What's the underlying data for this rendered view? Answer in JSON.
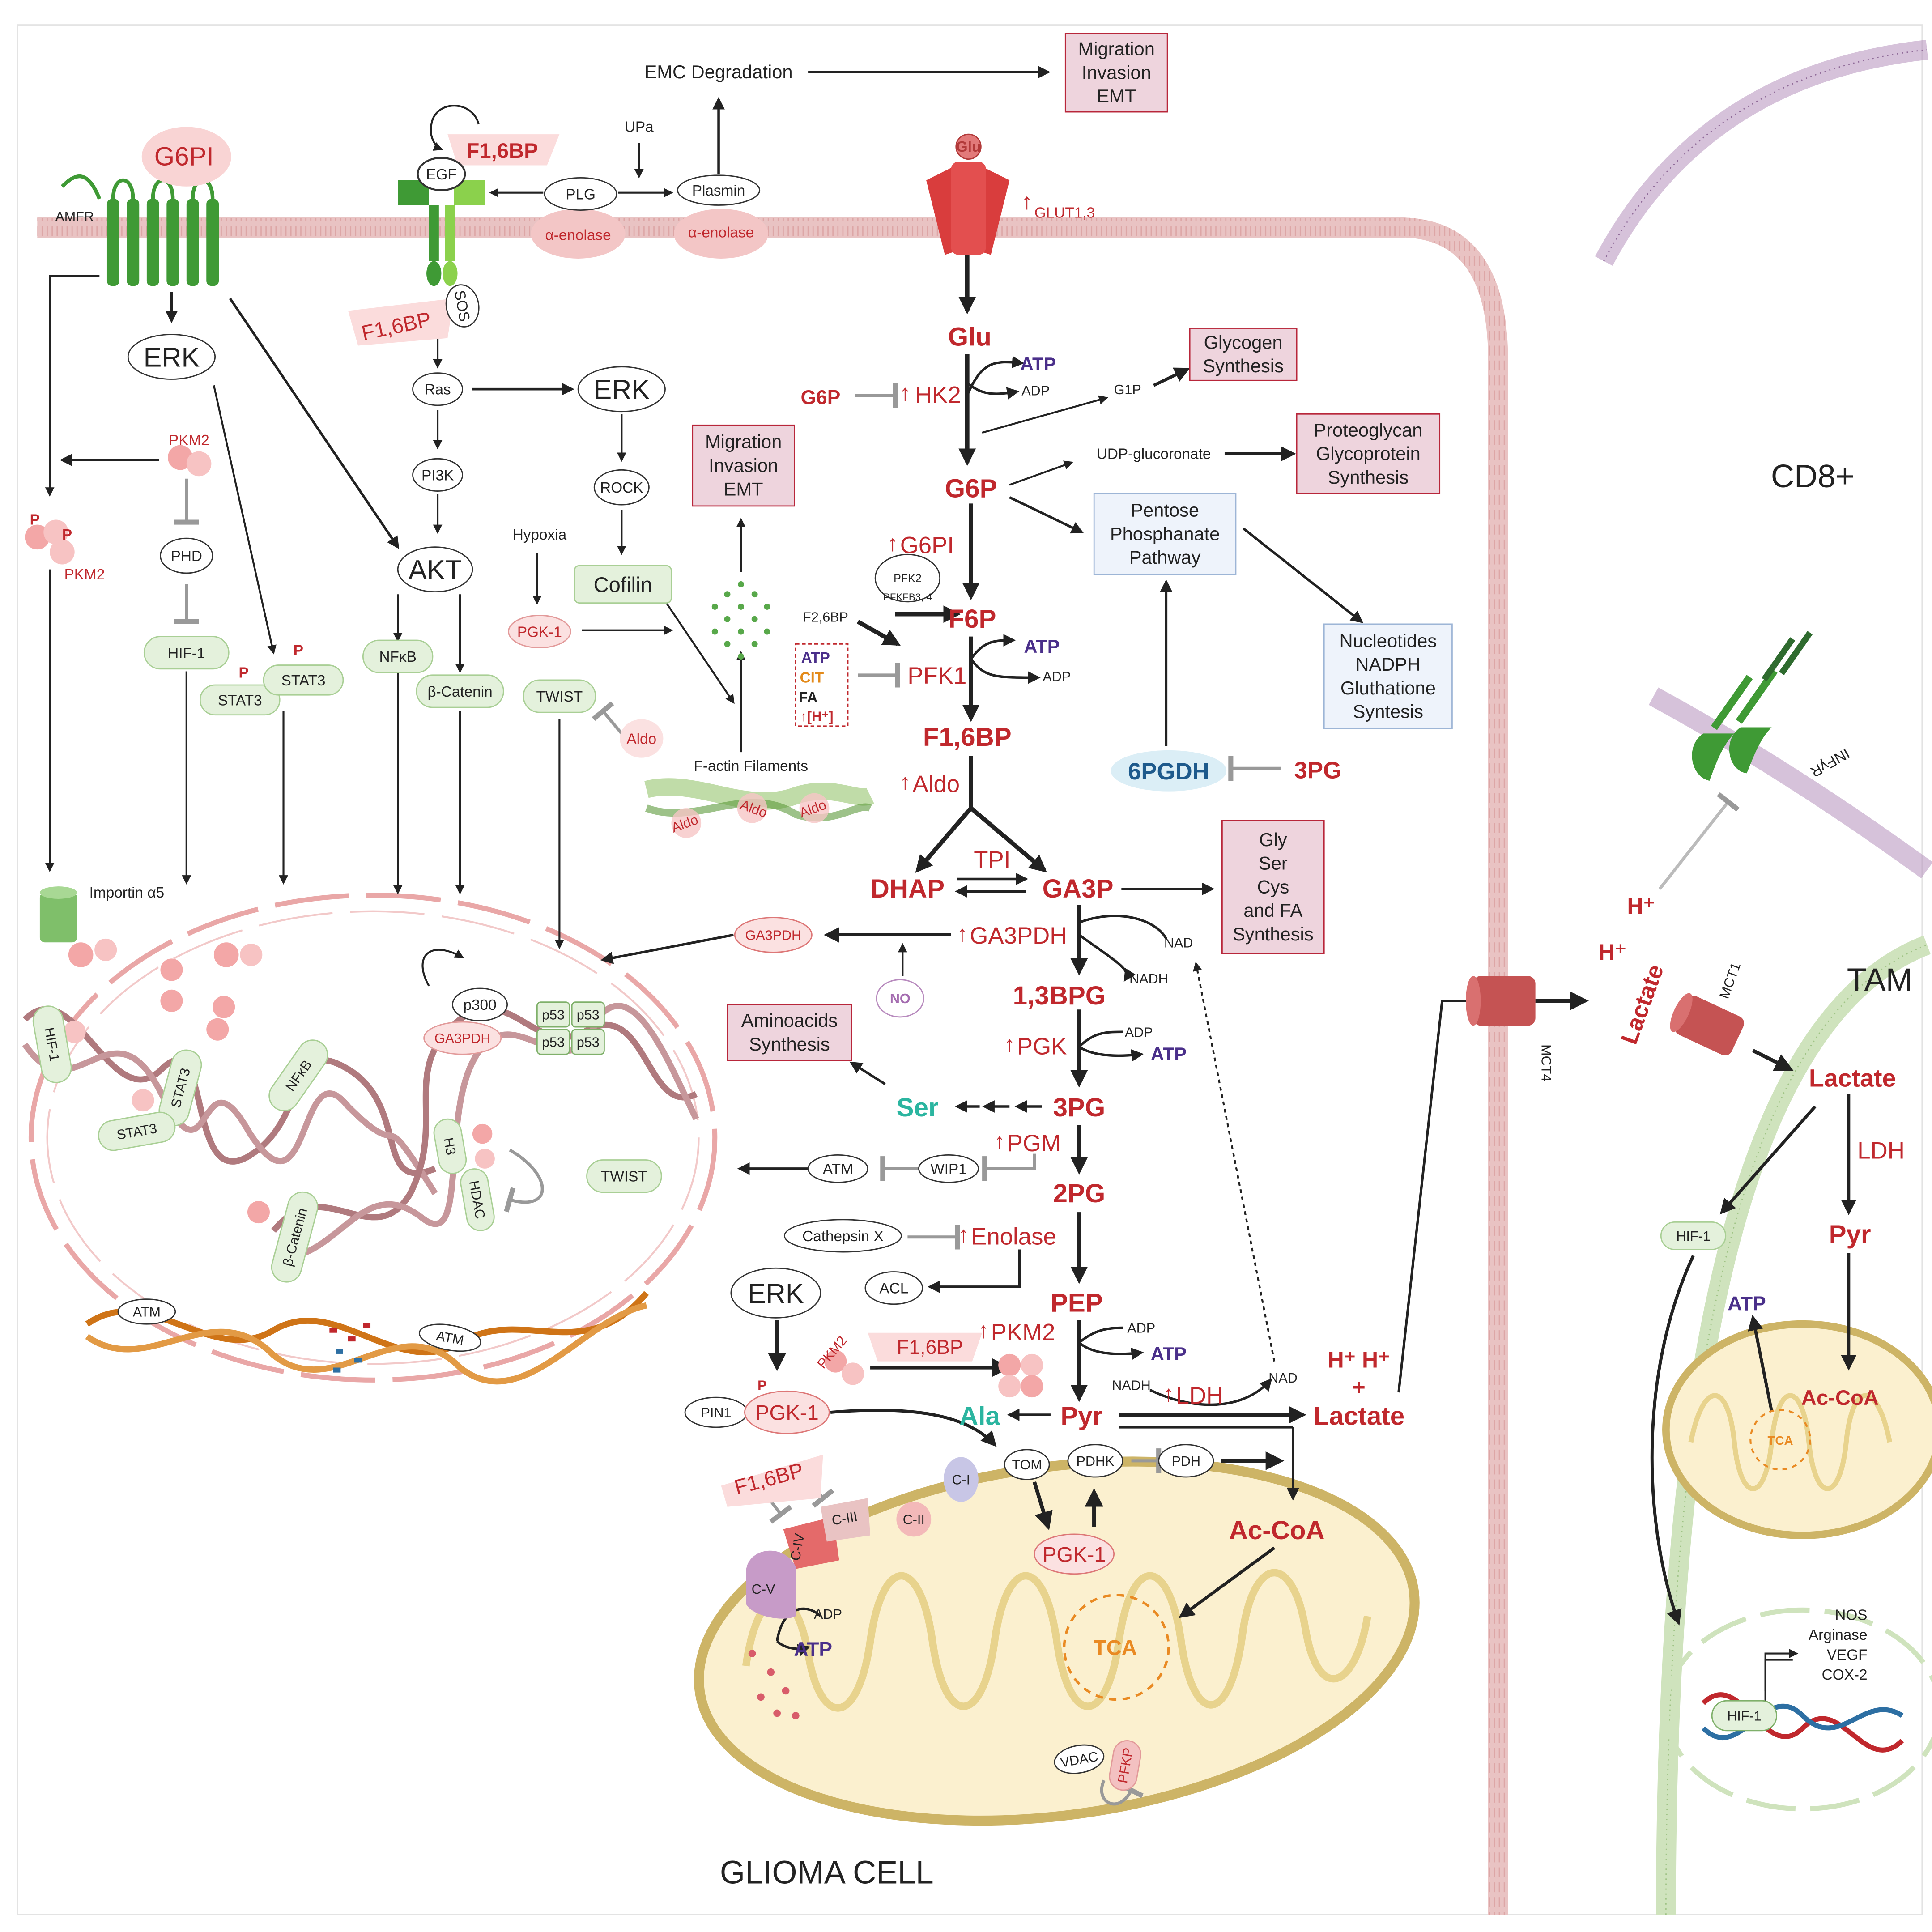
{
  "colors": {
    "metabolite_red": "#c0282d",
    "atp_purple": "#4a2f8a",
    "green_protein": "#3f9a35",
    "light_green": "#e4f1dc",
    "pink_box": "#eed4dd",
    "pink_membrane": "#e7b4b4",
    "mito_fill": "#fbf0cf",
    "mito_stroke": "#cdb466",
    "blue_box": "#eef3fb",
    "teal": "#2bb5a0",
    "dna_rose": "#b07a7e",
    "dna_orange": "#cf7417",
    "tca_orange": "#e98a23",
    "pgdh_blue": "#1e5a8c"
  },
  "cells": {
    "glioma": "GLIOMA CELL",
    "cd8": "CD8+",
    "tam": "TAM"
  },
  "outcome_boxes": {
    "top_migration": [
      "Migration",
      "Invasion",
      "EMT"
    ],
    "mid_migration": [
      "Migration",
      "Invasion",
      "EMT"
    ],
    "glycogen": [
      "Glycogen",
      "Synthesis"
    ],
    "proteoglycan": [
      "Proteoglycan",
      "Glycoprotein",
      "Synthesis"
    ],
    "ppp": [
      "Pentose",
      "Phosphanate",
      "Pathway"
    ],
    "nucleotides": [
      "Nucleotides",
      "NADPH",
      "Gluthatione",
      "Syntesis"
    ],
    "gly_ser": [
      "Gly",
      "Ser",
      "Cys",
      "and FA",
      "Synthesis"
    ],
    "aminoacids": [
      "Aminoacids",
      "Synthesis"
    ]
  },
  "pathway": {
    "glu_ext": "Glu",
    "glut": "GLUT1,3",
    "glu": "Glu",
    "g6p": "G6P",
    "f6p": "F6P",
    "f16bp": "F1,6BP",
    "dhap": "DHAP",
    "ga3p": "GA3P",
    "bpg": "1,3BPG",
    "pg3": "3PG",
    "pg2": "2PG",
    "pep": "PEP",
    "pyr": "Pyr",
    "lactate": "Lactate",
    "h_plus": "H⁺ H⁺",
    "plus": "+",
    "ala": "Ala",
    "ser": "Ser",
    "accoa": "Ac-CoA",
    "tca": "TCA"
  },
  "enzymes": {
    "hk2": "HK2",
    "g6pi": "G6PI",
    "pfk1": "PFK1",
    "aldo": "Aldo",
    "tpi": "TPI",
    "ga3pdh": "GA3PDH",
    "pgk": "PGK",
    "pgm": "PGM",
    "enolase": "Enolase",
    "pkm2": "PKM2",
    "ldh": "LDH",
    "pfk2": "PFK2",
    "pfkfb": "PFKFB3, 4",
    "pdhk": "PDHK",
    "pdh": "PDH",
    "tom": "TOM",
    "pgdh": "6PGDH",
    "pfkp": "PFKP",
    "vdac": "VDAC"
  },
  "cofactors": {
    "atp": "ATP",
    "adp": "ADP",
    "nad": "NAD",
    "nadh": "NADH",
    "g1p": "G1P",
    "udp": "UDP-glucoronate",
    "f26bp": "F2,6BP",
    "cit": "CIT",
    "fa": "FA",
    "hplus_box": "↑[H⁺]",
    "g6p_inhib": "G6P",
    "pg3_inhib": "3PG",
    "f16bp_pkm2": "F1,6BP"
  },
  "signaling": {
    "g6pi": "G6PI",
    "amfr": "AMFR",
    "erk": "ERK",
    "pkm2": "PKM2",
    "p": "P",
    "phd": "PHD",
    "hif1": "HIF-1",
    "stat3": "STAT3",
    "akt": "AKT",
    "nfkb": "NFκB",
    "bcatenin": "β-Catenin",
    "twist": "TWIST",
    "aldo": "Aldo",
    "egf": "EGF",
    "f16bp": "F1,6BP",
    "sos": "SOS",
    "ras": "Ras",
    "pi3k": "PI3K",
    "rock": "ROCK",
    "cofilin": "Cofilin",
    "hypoxia": "Hypoxia",
    "pgk1": "PGK-1",
    "factin": "F-actin Filaments",
    "plg": "PLG",
    "upa": "UPa",
    "plasmin": "Plasmin",
    "enolase": "α-enolase",
    "emc": "EMC Degradation",
    "importin": "Importin α5",
    "p300": "p300",
    "p53": "p53",
    "h3": "H3",
    "hdac": "HDAC",
    "atm": "ATM",
    "wip1": "WIP1",
    "cathepsin": "Cathepsin X",
    "acl": "ACL",
    "no": "NO",
    "pin1": "PIN1",
    "c1": "C-I",
    "c2": "C-II",
    "c3": "C-III",
    "c4": "C-IV",
    "c5": "C-V"
  },
  "transport": {
    "mct4": "MCT4",
    "mct1": "MCT1",
    "infr": "INFγR"
  },
  "tam": {
    "h1": "H⁺",
    "h2": "H⁺",
    "lactate_in": "Lactate",
    "lactate": "Lactate",
    "ldh": "LDH",
    "pyr": "Pyr",
    "hif1": "HIF-1",
    "atp": "ATP",
    "accoa": "Ac-CoA",
    "tca": "TCA",
    "targets": [
      "NOS",
      "Arginase",
      "VEGF",
      "COX-2"
    ]
  }
}
